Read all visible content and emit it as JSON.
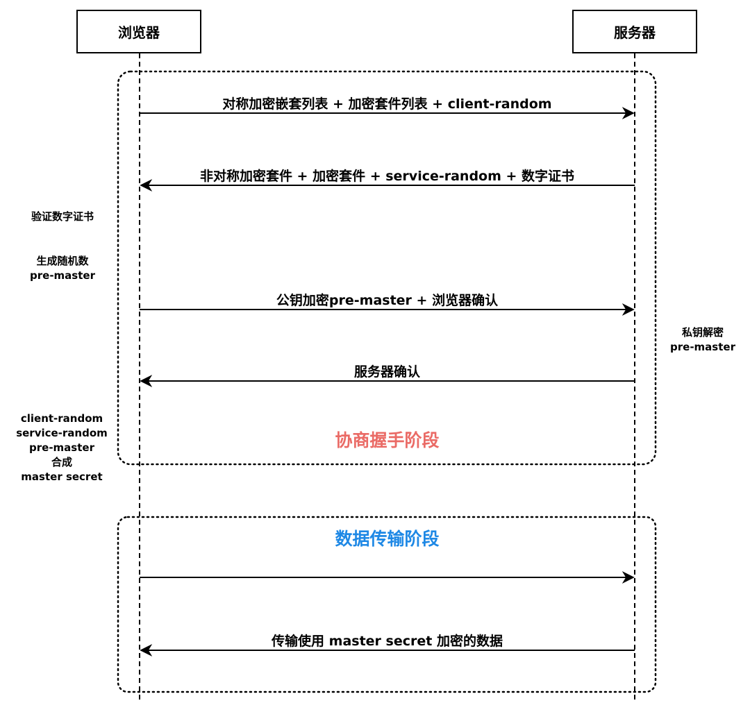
{
  "participants": {
    "browser": "浏览器",
    "server": "服务器"
  },
  "messages": [
    {
      "text": "对称加密嵌套列表 + 加密套件列表 + client-random",
      "direction": "browser-to-server"
    },
    {
      "text": "非对称加密套件 + 加密套件 + service-random + 数字证书",
      "direction": "server-to-browser"
    },
    {
      "text": "公钥加密pre-master + 浏览器确认",
      "direction": "browser-to-server"
    },
    {
      "text": "服务器确认",
      "direction": "server-to-browser"
    },
    {
      "text": "",
      "direction": "browser-to-server"
    },
    {
      "text": "传输使用 master secret 加密的数据",
      "direction": "server-to-browser"
    }
  ],
  "notes": {
    "verify_cert": "验证数字证书",
    "gen_random": [
      "生成随机数",
      "pre-master"
    ],
    "private_decrypt": [
      "私钥解密",
      "pre-master"
    ],
    "compose": [
      "client-random",
      "service-random",
      "pre-master",
      "合成",
      "master secret"
    ]
  },
  "phases": {
    "handshake": {
      "label": "协商握手阶段",
      "color": "#ea6b66"
    },
    "data": {
      "label": "数据传输阶段",
      "color": "#1e88e5"
    }
  }
}
